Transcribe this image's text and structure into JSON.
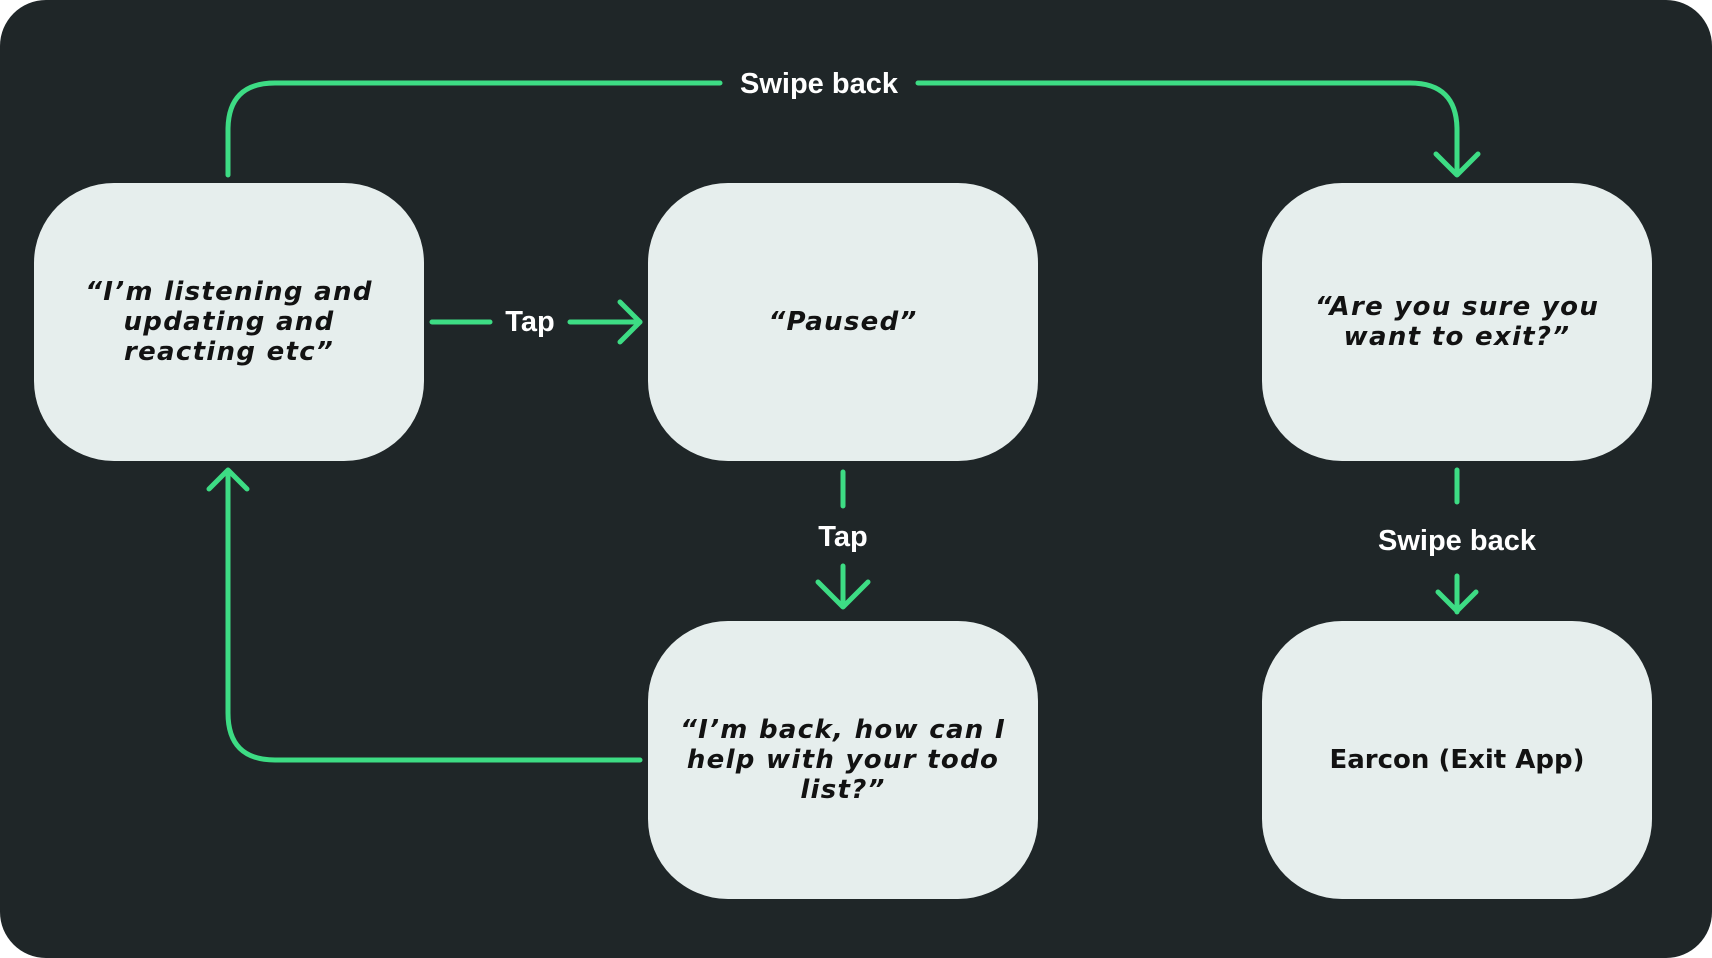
{
  "colors": {
    "background": "#1f2628",
    "node_fill": "#e6eeed",
    "arrow": "#3ddc84",
    "label_text": "#ffffff",
    "node_text": "#121212"
  },
  "nodes": {
    "listening": "“I’m listening and updating and reacting etc”",
    "paused": "“Paused”",
    "exit_confirm": "“Are you sure you want to exit?”",
    "resumed": "“I’m back, how can I help with your todo list?”",
    "earcon": "Earcon (Exit App)"
  },
  "edges": [
    {
      "from": "listening",
      "to": "exit_confirm",
      "label": "Swipe back"
    },
    {
      "from": "listening",
      "to": "paused",
      "label": "Tap"
    },
    {
      "from": "paused",
      "to": "resumed",
      "label": "Tap"
    },
    {
      "from": "exit_confirm",
      "to": "earcon",
      "label": "Swipe back"
    },
    {
      "from": "resumed",
      "to": "listening",
      "label": ""
    }
  ]
}
